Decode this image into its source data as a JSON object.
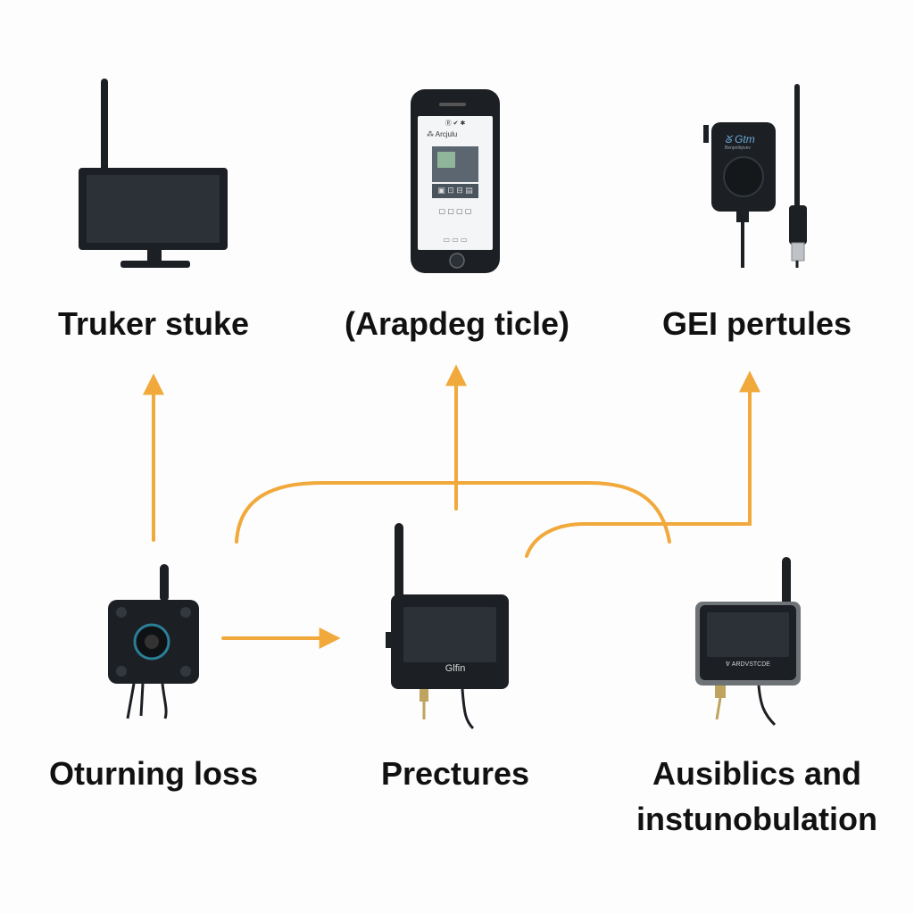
{
  "nodes": {
    "top_left": {
      "label": "Truker stuke"
    },
    "top_center": {
      "label": "(Arapdeg ticle)",
      "phone_header": "Ⓡ ✔ ✱",
      "phone_title": "⁂ Arcjulu",
      "phone_icons_row": "▣ ⊡ ⊟ ▤",
      "phone_footer_row": "▢ ▢ ▢ ▢",
      "phone_bottom_row": "▭ ▭ ▭"
    },
    "top_right": {
      "label": "GEI pertules",
      "device_brand": "ᘜ Gtm",
      "device_subtitle": "Benpnllrpvev"
    },
    "bottom_left": {
      "label": "Oturning loss"
    },
    "bottom_center": {
      "label": "Prectures",
      "device_mark": "Glfin"
    },
    "bottom_right": {
      "label_line1": "Ausiblics and",
      "label_line2": "instunobulation",
      "device_mark": "ᕓ ARDVSTCDE"
    }
  },
  "colors": {
    "connector": "#f0a93a",
    "device_dark": "#1c1f23",
    "device_screen": "#2c3138",
    "background": "#fdfdfd"
  }
}
